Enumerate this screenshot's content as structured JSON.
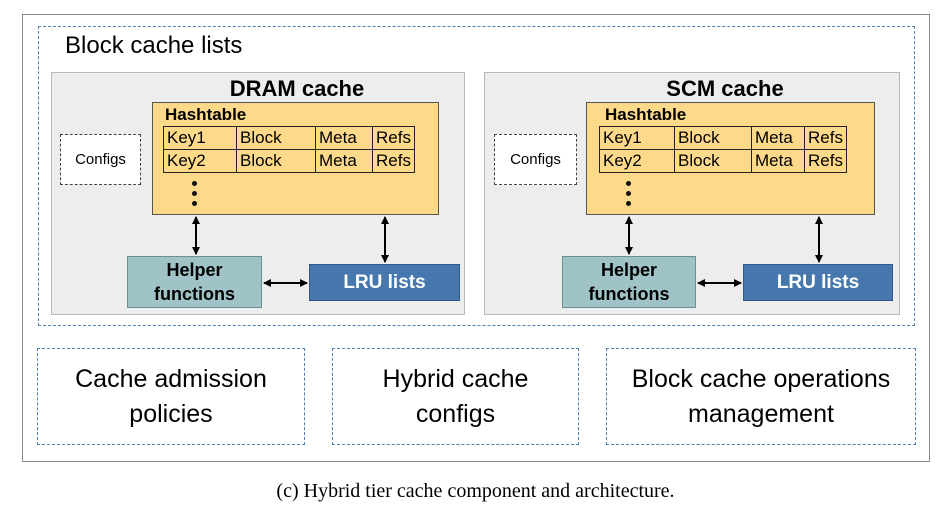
{
  "block_cache_lists": {
    "title": "Block cache lists"
  },
  "dram_cache": {
    "title": "DRAM cache",
    "configs_label": "Configs",
    "hashtable_title": "Hashtable",
    "rows": [
      [
        "Key1",
        "Block",
        "Meta",
        "Refs"
      ],
      [
        "Key2",
        "Block",
        "Meta",
        "Refs"
      ]
    ],
    "helper_lines": [
      "Helper",
      "functions"
    ],
    "lru_label": "LRU lists"
  },
  "scm_cache": {
    "title": "SCM cache",
    "configs_label": "Configs",
    "hashtable_title": "Hashtable",
    "rows": [
      [
        "Key1",
        "Block",
        "Meta",
        "Refs"
      ],
      [
        "Key2",
        "Block",
        "Meta",
        "Refs"
      ]
    ],
    "helper_lines": [
      "Helper",
      "functions"
    ],
    "lru_label": "LRU lists"
  },
  "bottom_boxes": [
    {
      "lines": [
        "Cache admission",
        "policies"
      ]
    },
    {
      "lines": [
        "Hybrid cache",
        "configs"
      ]
    },
    {
      "lines": [
        "Block cache operations",
        "management"
      ]
    }
  ],
  "caption": "(c) Hybrid tier cache component and architecture.",
  "colors": {
    "hashtable_fill": "#fdd98a",
    "helper_fill": "#9fc3c6",
    "lru_fill": "#4677ad",
    "dashed_border": "#4f7fae",
    "cache_panel_fill": "#ededed"
  }
}
